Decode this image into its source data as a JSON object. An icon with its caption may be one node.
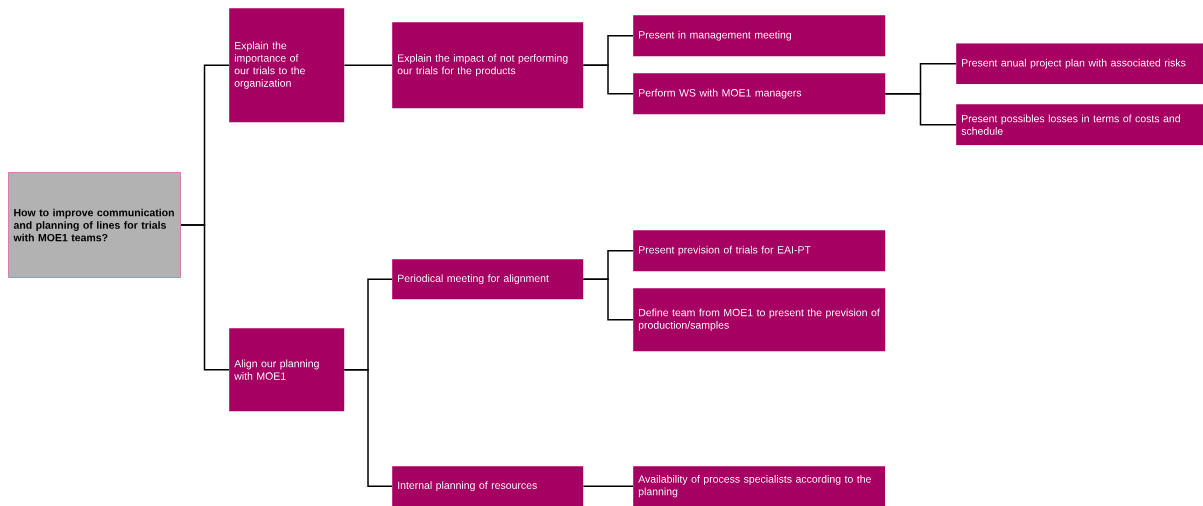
{
  "diagram": {
    "nodes": [
      {
        "text": [
          "How to improve communication and planning of lines for trials with MOE1 teams?"
        ]
      },
      {
        "text": [
          "Explain the importance of our trials to the organization"
        ]
      },
      {
        "text": [
          "Align our planning with MOE1"
        ]
      },
      {
        "text": [
          "Explain the impact of not performing our trials for the products"
        ]
      },
      {
        "text": [
          "Present in management meeting"
        ]
      },
      {
        "text": [
          "Perform WS with MOE1 managers"
        ]
      },
      {
        "text": [
          "Present anual project plan with associated risks"
        ]
      },
      {
        "text": [
          "Present possibles losses in terms of costs and schedule"
        ]
      },
      {
        "text": [
          "Periodical meeting for alignment"
        ]
      },
      {
        "text": [
          "Present prevision of trials for EAI-PT"
        ]
      },
      {
        "text": [
          "Define team from MOE1 to present the prevision of production/samples"
        ]
      },
      {
        "text": [
          "Internal planning of resources"
        ]
      },
      {
        "text": [
          "Availability of process specialists according to the planning"
        ]
      }
    ],
    "edges": [
      {
        "from": 0,
        "to": 1,
        "arrow": "none"
      },
      {
        "from": 0,
        "to": 2,
        "arrow": "none"
      },
      {
        "from": 1,
        "to": 3,
        "arrow": "none"
      },
      {
        "from": 3,
        "to": 4,
        "arrow": "none"
      },
      {
        "from": 3,
        "to": 5,
        "arrow": "none"
      },
      {
        "from": 5,
        "to": 6,
        "arrow": "none"
      },
      {
        "from": 5,
        "to": 7,
        "arrow": "none"
      },
      {
        "from": 2,
        "to": 8,
        "arrow": "none"
      },
      {
        "from": 2,
        "to": 11,
        "arrow": "none"
      },
      {
        "from": 8,
        "to": 9,
        "arrow": "none"
      },
      {
        "from": 8,
        "to": 10,
        "arrow": "none"
      },
      {
        "from": 11,
        "to": 12,
        "arrow": "none"
      }
    ]
  }
}
